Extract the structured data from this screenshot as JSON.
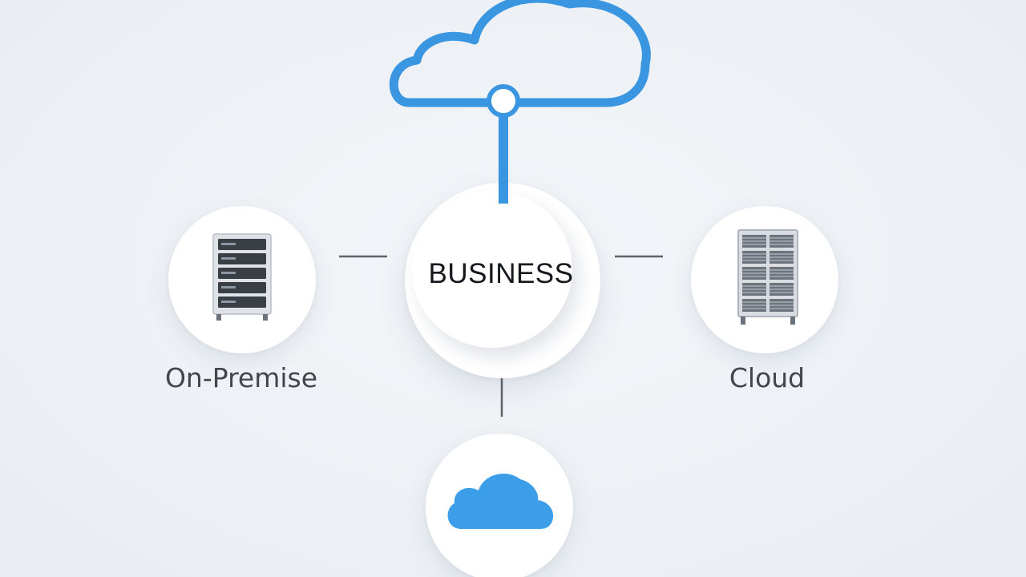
{
  "diagram": {
    "center_node": {
      "label": "BUSINESS"
    },
    "left_node": {
      "label": "On-Premise",
      "icon": "server-rack-icon"
    },
    "right_node": {
      "label": "Cloud",
      "icon": "server-cabinet-icon"
    },
    "bottom_node": {
      "icon": "cloud-icon"
    },
    "top_element": {
      "icon": "cloud-outline-icon"
    },
    "colors": {
      "background": "#edf1f5",
      "accent_blue": "#3b96e1",
      "cloud_fill": "#3c9ee8",
      "connector_gray": "#5f6368",
      "label_text": "#41464d",
      "center_text": "#15181c"
    }
  }
}
